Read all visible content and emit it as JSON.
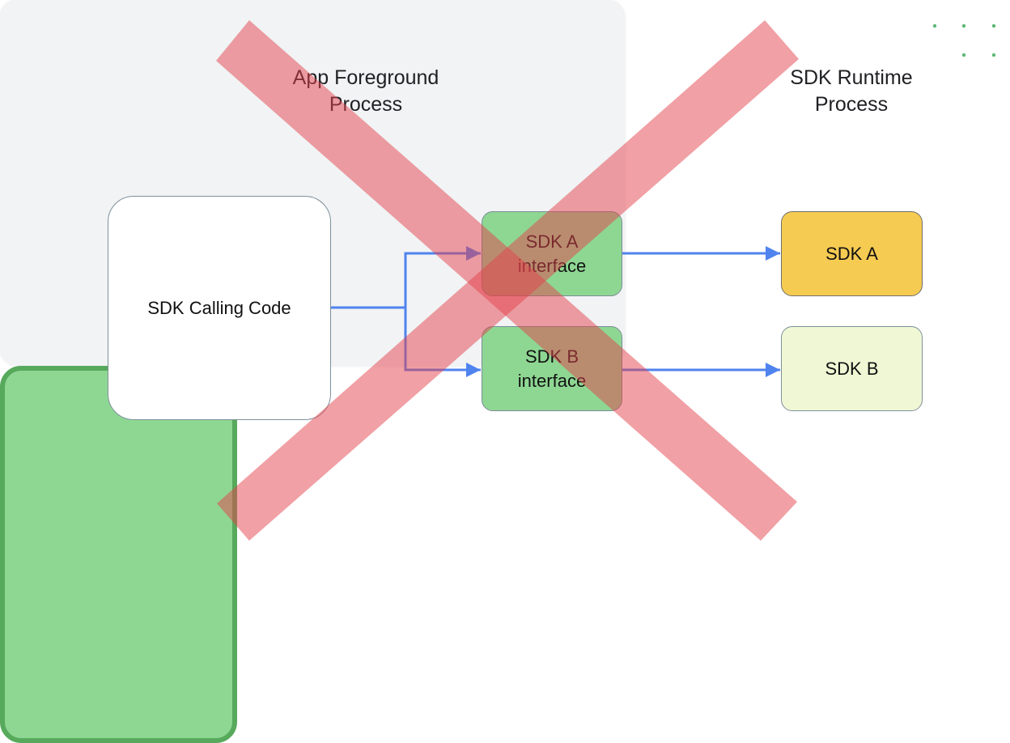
{
  "diagram": {
    "title_left": [
      "App Foreground",
      "Process"
    ],
    "title_right": [
      "SDK Runtime",
      "Process"
    ],
    "nodes": {
      "calling_code": "SDK Calling Code",
      "iface_a": [
        "SDK A",
        "interface"
      ],
      "iface_b": [
        "SDK B",
        "interface"
      ],
      "sdk_a": "SDK A",
      "sdk_b": "SDK B"
    },
    "edges": [
      {
        "from": "SDK Calling Code",
        "to": "SDK A interface"
      },
      {
        "from": "SDK Calling Code",
        "to": "SDK B interface"
      },
      {
        "from": "SDK A interface",
        "to": "SDK A"
      },
      {
        "from": "SDK B interface",
        "to": "SDK B"
      }
    ],
    "overlay": "red-x-cross-out",
    "colors": {
      "arrow": "#4f83ee",
      "cross": "#ee7d83",
      "runtime_fill": "#8ed793",
      "runtime_border": "#57a95c",
      "interface_fill": "#8ed793",
      "sdk_a_fill": "#f6cb52",
      "sdk_b_fill": "#f0f7d5",
      "app_fill": "#f1f3f4",
      "dots": "#5bb974"
    }
  }
}
